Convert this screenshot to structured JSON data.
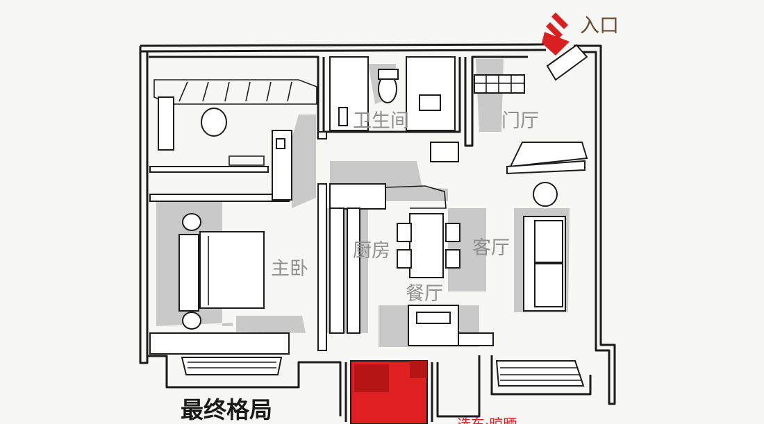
{
  "diagram": {
    "title": "最终格局",
    "entrance": "入口",
    "caption": "选东·晾晒",
    "rooms": {
      "bathroom": "卫生间",
      "foyer": "门厅",
      "master_bedroom": "主卧",
      "kitchen": "厨房",
      "living_room": "客厅",
      "dining_room": "餐厅"
    }
  },
  "colors": {
    "wall": "#1b1b1b",
    "shadow": "#c9c9c9",
    "accent_red": "#d82020",
    "entry_brown": "#6a4a32"
  },
  "icons": [
    "entry-arrow-icon"
  ]
}
